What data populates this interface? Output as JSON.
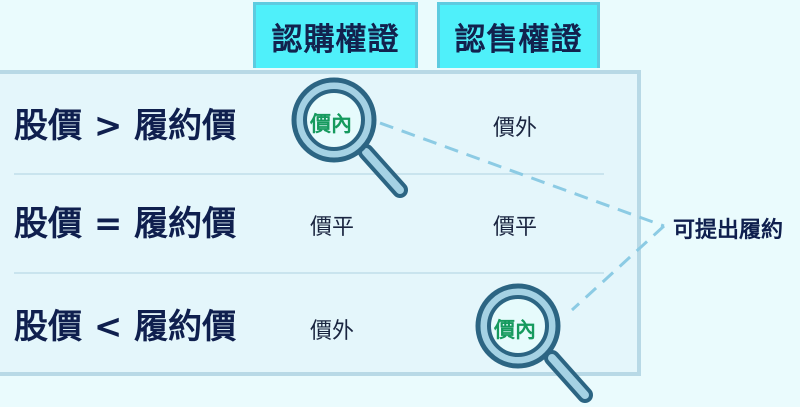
{
  "columns": {
    "call": "認購權證",
    "put": "認售權證"
  },
  "rows": [
    {
      "label": "股價 > 履約價",
      "call": "價內",
      "put": "價外",
      "highlight": "call"
    },
    {
      "label": "股價 = 履約價",
      "call": "價平",
      "put": "價平",
      "highlight": null
    },
    {
      "label": "股價 < 履約價",
      "call": "價外",
      "put": "價內",
      "highlight": "put"
    }
  ],
  "annotation": {
    "result_label": "可提出履約"
  },
  "colors": {
    "header_bg": "#4ff0fa",
    "header_text": "#12224e",
    "highlight_text": "#169a5e",
    "magnifier_rim": "#2c6583",
    "magnifier_lens": "#a5d2e4",
    "dash_line": "#8ccbe4"
  },
  "icons": [
    "magnifier-icon"
  ]
}
